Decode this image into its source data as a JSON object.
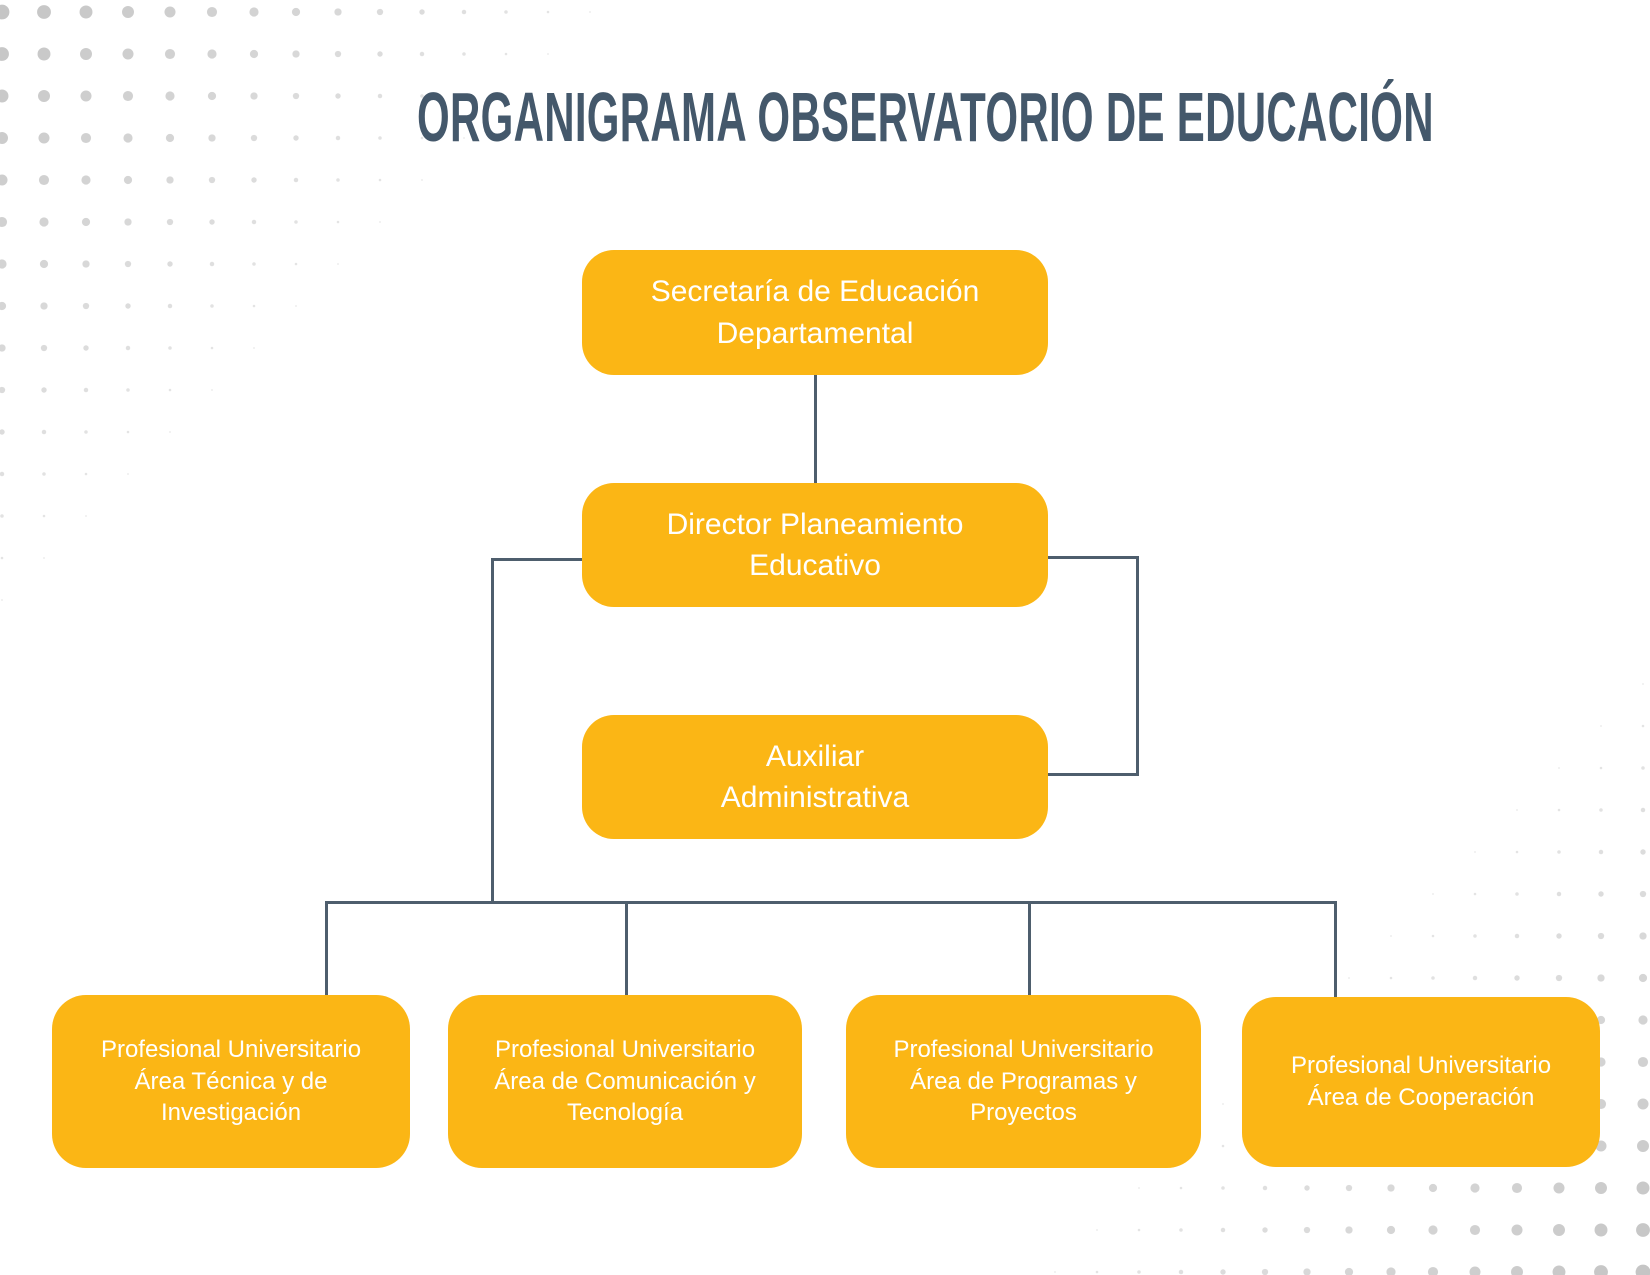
{
  "page": {
    "title": "ORGANIGRAMA OBSERVATORIO DE EDUCACIÓN"
  },
  "colors": {
    "accent_yellow": "#FBB615",
    "title_text": "#44586B",
    "connector": "#4E5E6D",
    "node_text": "#FFFFFF",
    "dot_gray": "#BFBFBF",
    "background": "#FFFFFF"
  },
  "org_chart": {
    "nodes": [
      {
        "id": "secretaria",
        "label": "Secretaría de Educación Departamental",
        "lines": [
          "Secretaría de Educación",
          "Departamental"
        ]
      },
      {
        "id": "director",
        "label": "Director Planeamiento Educativo",
        "lines": [
          "Director Planeamiento",
          "Educativo"
        ]
      },
      {
        "id": "auxiliar",
        "label": "Auxiliar Administrativa",
        "lines": [
          "Auxiliar",
          "Administrativa"
        ]
      },
      {
        "id": "prof-tecnica",
        "label": "Profesional Universitario Área Técnica y de Investigación",
        "lines": [
          "Profesional Universitario",
          "Área Técnica y de",
          "Investigación"
        ]
      },
      {
        "id": "prof-comunicacion",
        "label": "Profesional Universitario Área de Comunicación y Tecnología",
        "lines": [
          "Profesional Universitario",
          "Área de Comunicación y",
          "Tecnología"
        ]
      },
      {
        "id": "prof-programas",
        "label": "Profesional Universitario Área de Programas y Proyectos",
        "lines": [
          "Profesional Universitario",
          "Área de Programas y",
          "Proyectos"
        ]
      },
      {
        "id": "prof-cooperacion",
        "label": "Profesional Universitario Área de Cooperación",
        "lines": [
          "Profesional Universitario",
          "Área de Cooperación"
        ]
      }
    ],
    "edges": [
      {
        "from": "secretaria",
        "to": "director"
      },
      {
        "from": "director",
        "to": "auxiliar"
      },
      {
        "from": "director",
        "to": "prof-tecnica"
      },
      {
        "from": "director",
        "to": "prof-comunicacion"
      },
      {
        "from": "director",
        "to": "prof-programas"
      },
      {
        "from": "director",
        "to": "prof-cooperacion"
      }
    ]
  }
}
